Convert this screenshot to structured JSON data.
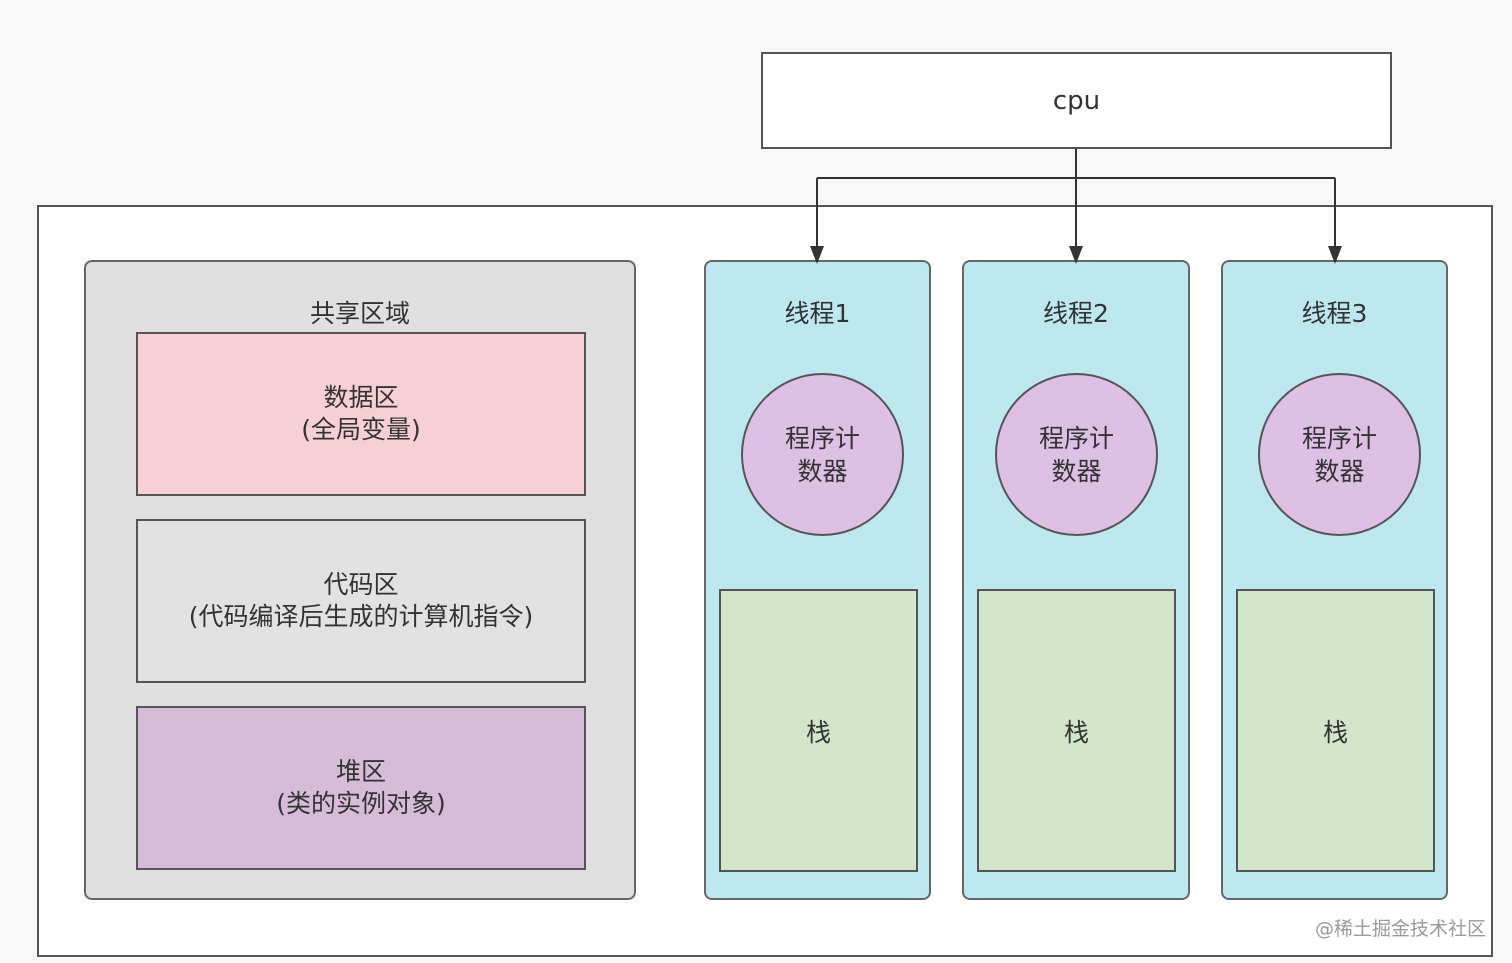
{
  "cpu": {
    "label": "cpu"
  },
  "shared_region": {
    "title": "共享区域",
    "segments": [
      {
        "line1": "数据区",
        "line2": "(全局变量)"
      },
      {
        "line1": "代码区",
        "line2": "(代码编译后生成的计算机指令)"
      },
      {
        "line1": "堆区",
        "line2": "(类的实例对象)"
      }
    ]
  },
  "threads": [
    {
      "title": "线程1",
      "pc_line1": "程序计",
      "pc_line2": "数器",
      "stack_label": "栈"
    },
    {
      "title": "线程2",
      "pc_line1": "程序计",
      "pc_line2": "数器",
      "stack_label": "栈"
    },
    {
      "title": "线程3",
      "pc_line1": "程序计",
      "pc_line2": "数器",
      "stack_label": "栈"
    }
  ],
  "watermark": "@稀土掘金技术社区",
  "colors": {
    "data_segment": "#f7d0d6",
    "code_segment": "#e2e2e2",
    "heap_segment": "#d6bcd8",
    "shared_region": "#e0e0e0",
    "thread": "#bde8ef",
    "program_counter": "#dec0e4",
    "stack": "#d2e6c9",
    "border": "#555555"
  }
}
